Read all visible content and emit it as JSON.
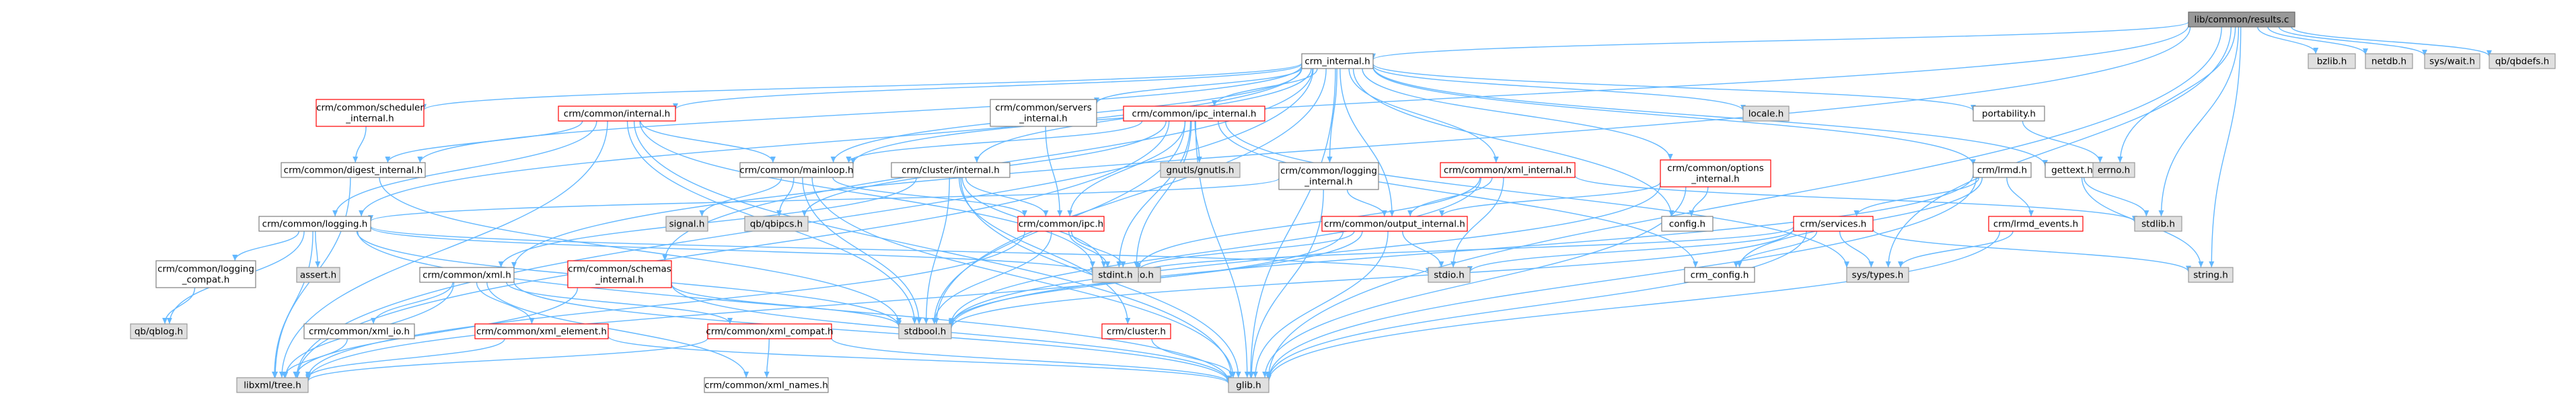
{
  "colors": {
    "edge": "#63b8ff",
    "normal_fill": "#ffffff",
    "normal_stroke": "#808080",
    "incomplete_stroke": "#ff0000",
    "system_fill": "#e0e0e0",
    "system_stroke": "#999999",
    "root_fill": "#999999"
  },
  "nodes": [
    {
      "id": "results_c",
      "lines": [
        "lib/common/results.c"
      ],
      "kind": "root"
    },
    {
      "id": "crm_internal",
      "lines": [
        "crm_internal.h"
      ],
      "kind": "normal"
    },
    {
      "id": "bzlib",
      "lines": [
        "bzlib.h"
      ],
      "kind": "system"
    },
    {
      "id": "netdb",
      "lines": [
        "netdb.h"
      ],
      "kind": "system"
    },
    {
      "id": "syswait",
      "lines": [
        "sys/wait.h"
      ],
      "kind": "system"
    },
    {
      "id": "qbdefs",
      "lines": [
        "qb/qbdefs.h"
      ],
      "kind": "system"
    },
    {
      "id": "sched_int",
      "lines": [
        "crm/common/scheduler",
        "_internal.h"
      ],
      "kind": "red"
    },
    {
      "id": "common_int",
      "lines": [
        "crm/common/internal.h"
      ],
      "kind": "red"
    },
    {
      "id": "servers_int",
      "lines": [
        "crm/common/servers",
        "_internal.h"
      ],
      "kind": "normal"
    },
    {
      "id": "ipc_int",
      "lines": [
        "crm/common/ipc_internal.h"
      ],
      "kind": "red"
    },
    {
      "id": "cluster_int",
      "lines": [
        "crm/cluster/internal.h"
      ],
      "kind": "normal"
    },
    {
      "id": "logging_int",
      "lines": [
        "crm/common/logging",
        "_internal.h"
      ],
      "kind": "normal"
    },
    {
      "id": "xml_int",
      "lines": [
        "crm/common/xml_internal.h"
      ],
      "kind": "red"
    },
    {
      "id": "options_int",
      "lines": [
        "crm/common/options",
        "_internal.h"
      ],
      "kind": "red"
    },
    {
      "id": "locale",
      "lines": [
        "locale.h"
      ],
      "kind": "system"
    },
    {
      "id": "portability",
      "lines": [
        "portability.h"
      ],
      "kind": "normal"
    },
    {
      "id": "lrmd",
      "lines": [
        "crm/lrmd.h"
      ],
      "kind": "normal"
    },
    {
      "id": "gettext",
      "lines": [
        "gettext.h"
      ],
      "kind": "normal"
    },
    {
      "id": "errno",
      "lines": [
        "errno.h"
      ],
      "kind": "system"
    },
    {
      "id": "digest_int",
      "lines": [
        "crm/common/digest_internal.h"
      ],
      "kind": "normal"
    },
    {
      "id": "mainloop",
      "lines": [
        "crm/common/mainloop.h"
      ],
      "kind": "normal"
    },
    {
      "id": "gnutls",
      "lines": [
        "gnutls/gnutls.h"
      ],
      "kind": "system"
    },
    {
      "id": "logging",
      "lines": [
        "crm/common/logging.h"
      ],
      "kind": "normal"
    },
    {
      "id": "signal",
      "lines": [
        "signal.h"
      ],
      "kind": "system"
    },
    {
      "id": "qbipcs",
      "lines": [
        "qb/qbipcs.h"
      ],
      "kind": "system"
    },
    {
      "id": "common_ipc",
      "lines": [
        "crm/common/ipc.h"
      ],
      "kind": "red"
    },
    {
      "id": "output_int",
      "lines": [
        "crm/common/output_internal.h"
      ],
      "kind": "red"
    },
    {
      "id": "config_h",
      "lines": [
        "config.h"
      ],
      "kind": "normal"
    },
    {
      "id": "services",
      "lines": [
        "crm/services.h"
      ],
      "kind": "red"
    },
    {
      "id": "lrmd_events",
      "lines": [
        "crm/lrmd_events.h"
      ],
      "kind": "red"
    },
    {
      "id": "stdlib",
      "lines": [
        "stdlib.h"
      ],
      "kind": "system"
    },
    {
      "id": "assert",
      "lines": [
        "assert.h"
      ],
      "kind": "system"
    },
    {
      "id": "common_xml",
      "lines": [
        "crm/common/xml.h"
      ],
      "kind": "normal"
    },
    {
      "id": "schemas_int",
      "lines": [
        "crm/common/schemas",
        "_internal.h"
      ],
      "kind": "red"
    },
    {
      "id": "logging_compat",
      "lines": [
        "crm/common/logging",
        "_compat.h"
      ],
      "kind": "normal"
    },
    {
      "id": "sysuio",
      "lines": [
        "sys/uio.h"
      ],
      "kind": "system"
    },
    {
      "id": "stdint",
      "lines": [
        "stdint.h"
      ],
      "kind": "system"
    },
    {
      "id": "stdio",
      "lines": [
        "stdio.h"
      ],
      "kind": "system"
    },
    {
      "id": "crm_config",
      "lines": [
        "crm_config.h"
      ],
      "kind": "normal"
    },
    {
      "id": "systypes",
      "lines": [
        "sys/types.h"
      ],
      "kind": "system"
    },
    {
      "id": "string",
      "lines": [
        "string.h"
      ],
      "kind": "system"
    },
    {
      "id": "qblog",
      "lines": [
        "qb/qblog.h"
      ],
      "kind": "system"
    },
    {
      "id": "xml_io",
      "lines": [
        "crm/common/xml_io.h"
      ],
      "kind": "normal"
    },
    {
      "id": "xml_element",
      "lines": [
        "crm/common/xml_element.h"
      ],
      "kind": "red"
    },
    {
      "id": "xml_compat",
      "lines": [
        "crm/common/xml_compat.h"
      ],
      "kind": "red"
    },
    {
      "id": "stdbool",
      "lines": [
        "stdbool.h"
      ],
      "kind": "system"
    },
    {
      "id": "cluster_h",
      "lines": [
        "crm/cluster.h"
      ],
      "kind": "red"
    },
    {
      "id": "libxml_tree",
      "lines": [
        "libxml/tree.h"
      ],
      "kind": "system"
    },
    {
      "id": "xml_names",
      "lines": [
        "crm/common/xml_names.h"
      ],
      "kind": "normal"
    },
    {
      "id": "glib",
      "lines": [
        "glib.h"
      ],
      "kind": "system"
    }
  ],
  "edges": [
    [
      "results_c",
      "crm_internal"
    ],
    [
      "results_c",
      "bzlib"
    ],
    [
      "results_c",
      "netdb"
    ],
    [
      "results_c",
      "syswait"
    ],
    [
      "results_c",
      "qbdefs"
    ],
    [
      "results_c",
      "errno"
    ],
    [
      "results_c",
      "stdlib"
    ],
    [
      "results_c",
      "string"
    ],
    [
      "results_c",
      "systypes"
    ],
    [
      "results_c",
      "glib"
    ],
    [
      "results_c",
      "common_xml"
    ],
    [
      "results_c",
      "mainloop"
    ],
    [
      "crm_internal",
      "sched_int"
    ],
    [
      "crm_internal",
      "common_int"
    ],
    [
      "crm_internal",
      "servers_int"
    ],
    [
      "crm_internal",
      "ipc_int"
    ],
    [
      "crm_internal",
      "cluster_int"
    ],
    [
      "crm_internal",
      "logging_int"
    ],
    [
      "crm_internal",
      "xml_int"
    ],
    [
      "crm_internal",
      "options_int"
    ],
    [
      "crm_internal",
      "locale"
    ],
    [
      "crm_internal",
      "portability"
    ],
    [
      "crm_internal",
      "lrmd"
    ],
    [
      "crm_internal",
      "gettext"
    ],
    [
      "crm_internal",
      "digest_int"
    ],
    [
      "crm_internal",
      "logging"
    ],
    [
      "crm_internal",
      "output_int"
    ],
    [
      "crm_internal",
      "schemas_int"
    ],
    [
      "crm_internal",
      "config_h"
    ],
    [
      "crm_internal",
      "glib"
    ],
    [
      "crm_internal",
      "libxml_tree"
    ],
    [
      "crm_internal",
      "stdbool"
    ],
    [
      "crm_internal",
      "mainloop"
    ],
    [
      "sched_int",
      "digest_int"
    ],
    [
      "common_int",
      "digest_int"
    ],
    [
      "common_int",
      "mainloop"
    ],
    [
      "common_int",
      "stdint"
    ],
    [
      "common_int",
      "stdbool"
    ],
    [
      "common_int",
      "glib"
    ],
    [
      "common_int",
      "libxml_tree"
    ],
    [
      "common_int",
      "logging"
    ],
    [
      "servers_int",
      "common_ipc"
    ],
    [
      "ipc_int",
      "mainloop"
    ],
    [
      "ipc_int",
      "gnutls"
    ],
    [
      "ipc_int",
      "qbipcs"
    ],
    [
      "ipc_int",
      "common_ipc"
    ],
    [
      "ipc_int",
      "stdint"
    ],
    [
      "ipc_int",
      "stdbool"
    ],
    [
      "ipc_int",
      "sysuio"
    ],
    [
      "ipc_int",
      "systypes"
    ],
    [
      "ipc_int",
      "glib"
    ],
    [
      "ipc_int",
      "crm_config"
    ],
    [
      "ipc_int",
      "libxml_tree"
    ],
    [
      "cluster_int",
      "common_ipc"
    ],
    [
      "cluster_int",
      "stdint"
    ],
    [
      "cluster_int",
      "stdbool"
    ],
    [
      "cluster_int",
      "cluster_h"
    ],
    [
      "cluster_int",
      "glib"
    ],
    [
      "cluster_int",
      "common_xml"
    ],
    [
      "logging_int",
      "output_int"
    ],
    [
      "logging_int",
      "logging"
    ],
    [
      "logging_int",
      "glib"
    ],
    [
      "xml_int",
      "output_int"
    ],
    [
      "xml_int",
      "stdio"
    ],
    [
      "xml_int",
      "stdint"
    ],
    [
      "xml_int",
      "stdlib"
    ],
    [
      "xml_int",
      "stdbool"
    ],
    [
      "options_int",
      "output_int"
    ],
    [
      "options_int",
      "config_h"
    ],
    [
      "options_int",
      "stdbool"
    ],
    [
      "options_int",
      "glib"
    ],
    [
      "portability",
      "errno"
    ],
    [
      "lrmd",
      "services"
    ],
    [
      "lrmd",
      "lrmd_events"
    ],
    [
      "lrmd",
      "stdbool"
    ],
    [
      "lrmd",
      "crm_config"
    ],
    [
      "lrmd",
      "glib"
    ],
    [
      "gettext",
      "stdlib"
    ],
    [
      "gettext",
      "string"
    ],
    [
      "digest_int",
      "libxml_tree"
    ],
    [
      "digest_int",
      "stdbool"
    ],
    [
      "mainloop",
      "signal"
    ],
    [
      "mainloop",
      "qbipcs"
    ],
    [
      "mainloop",
      "common_ipc"
    ],
    [
      "mainloop",
      "stdbool"
    ],
    [
      "mainloop",
      "glib"
    ],
    [
      "logging",
      "stdio"
    ],
    [
      "logging",
      "stdint"
    ],
    [
      "logging",
      "assert"
    ],
    [
      "logging",
      "qblog"
    ],
    [
      "logging",
      "glib"
    ],
    [
      "logging",
      "libxml_tree"
    ],
    [
      "logging",
      "logging_compat"
    ],
    [
      "logging",
      "stdbool"
    ],
    [
      "logging_compat",
      "qblog"
    ],
    [
      "common_ipc",
      "sysuio"
    ],
    [
      "common_ipc",
      "stdint"
    ],
    [
      "common_ipc",
      "libxml_tree"
    ],
    [
      "common_ipc",
      "stdbool"
    ],
    [
      "output_int",
      "stdio"
    ],
    [
      "output_int",
      "stdint"
    ],
    [
      "output_int",
      "stdbool"
    ],
    [
      "output_int",
      "glib"
    ],
    [
      "output_int",
      "libxml_tree"
    ],
    [
      "services",
      "glib"
    ],
    [
      "services",
      "stdio"
    ],
    [
      "services",
      "stdint"
    ],
    [
      "services",
      "string"
    ],
    [
      "services",
      "stdbool"
    ],
    [
      "services",
      "systypes"
    ],
    [
      "services",
      "crm_config"
    ],
    [
      "lrmd_events",
      "systypes"
    ],
    [
      "lrmd_events",
      "glib"
    ],
    [
      "common_xml",
      "xml_io"
    ],
    [
      "common_xml",
      "xml_element"
    ],
    [
      "common_xml",
      "xml_compat"
    ],
    [
      "common_xml",
      "xml_names"
    ],
    [
      "common_xml",
      "glib"
    ],
    [
      "common_xml",
      "libxml_tree"
    ],
    [
      "schemas_int",
      "glib"
    ],
    [
      "schemas_int",
      "libxml_tree"
    ],
    [
      "schemas_int",
      "stdbool"
    ],
    [
      "xml_io",
      "libxml_tree"
    ],
    [
      "xml_element",
      "libxml_tree"
    ],
    [
      "xml_element",
      "glib"
    ],
    [
      "xml_compat",
      "libxml_tree"
    ],
    [
      "xml_compat",
      "xml_names"
    ],
    [
      "xml_compat",
      "glib"
    ],
    [
      "cluster_h",
      "glib"
    ]
  ]
}
